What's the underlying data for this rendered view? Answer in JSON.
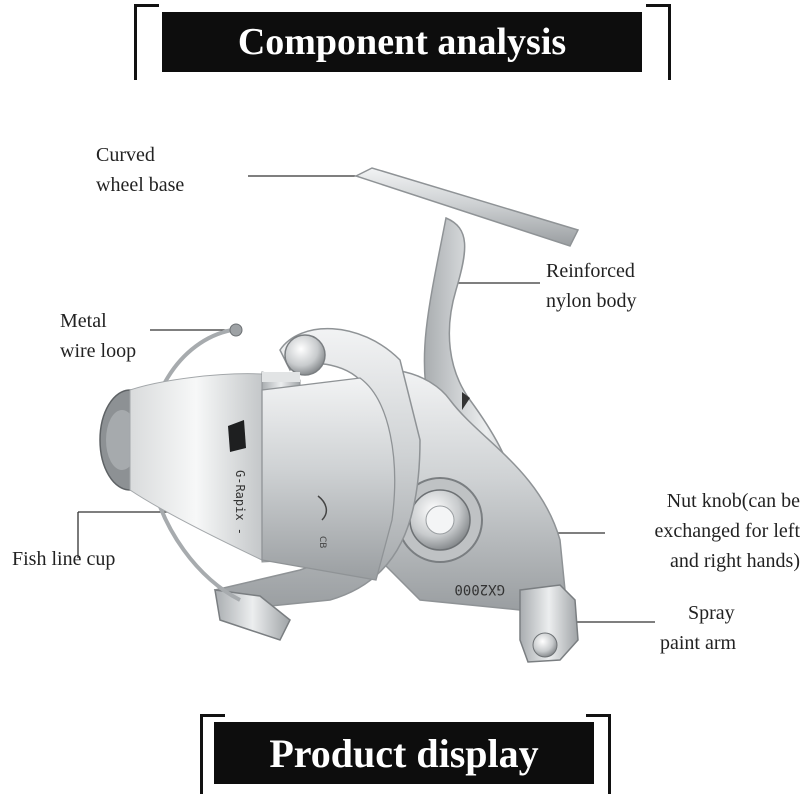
{
  "titles": {
    "top": "Component analysis",
    "bottom": "Product display"
  },
  "labels": {
    "curved_wheel_base": [
      "Curved",
      "wheel base"
    ],
    "reinforced_nylon_body": [
      "Reinforced",
      "nylon body"
    ],
    "metal_wire_loop": [
      "Metal",
      "wire loop"
    ],
    "fish_line_cup": [
      "Fish line cup"
    ],
    "nut_knob": [
      "Nut knob(can be",
      "exchanged for left",
      "and right hands)"
    ],
    "spray_paint_arm": [
      "Spray",
      "paint arm"
    ]
  },
  "reel_markings": {
    "model": "GX2000",
    "spool_text": "G-Rapix -"
  },
  "colors": {
    "banner_bg": "#0d0d0d",
    "banner_text": "#ffffff",
    "reel_silver": "#c9cbcd",
    "reel_shadow": "#8f9396",
    "leader_line": "#333333"
  }
}
